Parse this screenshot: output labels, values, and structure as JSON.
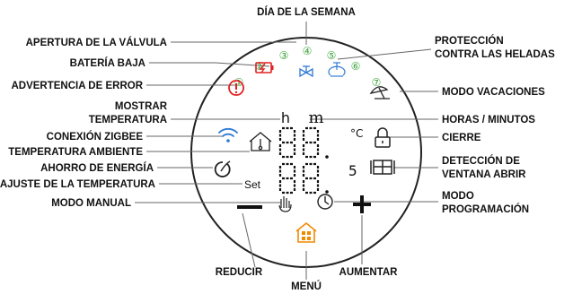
{
  "labels": {
    "dia_semana": "DÍA DE LA SEMANA",
    "apertura_valvula": "APERTURA DE LA VÁLVULA",
    "bateria_baja": "BATERÍA BAJA",
    "advertencia_error": "ADVERTENCIA DE ERROR",
    "mostrar_temperatura": [
      "MOSTRAR",
      "TEMPERATURA"
    ],
    "conexion_zigbee": "CONEXIÓN ZIGBEE",
    "temperatura_ambiente": "TEMPERATURA AMBIENTE",
    "ahorro_energia": "AHORRO DE ENERGÍA",
    "ajuste_temperatura": "AJUSTE DE LA TEMPERATURA",
    "modo_manual": "MODO MANUAL",
    "reducir": "REDUCIR",
    "menu": "MENÚ",
    "aumentar": "AUMENTAR",
    "proteccion_heladas": [
      "PROTECCIÓN",
      "CONTRA LAS HELADAS"
    ],
    "modo_vacaciones": "MODO VACACIONES",
    "horas_minutos": "HORAS / MINUTOS",
    "cierre": "CIERRE",
    "deteccion_ventana": [
      "DETECCIÓN DE",
      "VENTANA ABRIR"
    ],
    "modo_programacion": [
      "MODO",
      "PROGRAMACIÓN"
    ]
  },
  "display": {
    "days": [
      "①",
      "②",
      "③",
      "④",
      "⑤",
      "⑥",
      "⑦"
    ],
    "hour_unit": "h",
    "minute_unit": "m",
    "set_text": "Set",
    "celsius": "°C",
    "digit_small": "5"
  },
  "colors": {
    "day_numbers": "#3aa33a",
    "error_icon": "#e02020",
    "battery_icon": "#e02020",
    "valve_icons": "#2f7ad6",
    "zigbee_icon": "#2f7ad6",
    "menu_icon": "#f08a00",
    "leader_lines": "#555555",
    "ring": "#222222"
  }
}
